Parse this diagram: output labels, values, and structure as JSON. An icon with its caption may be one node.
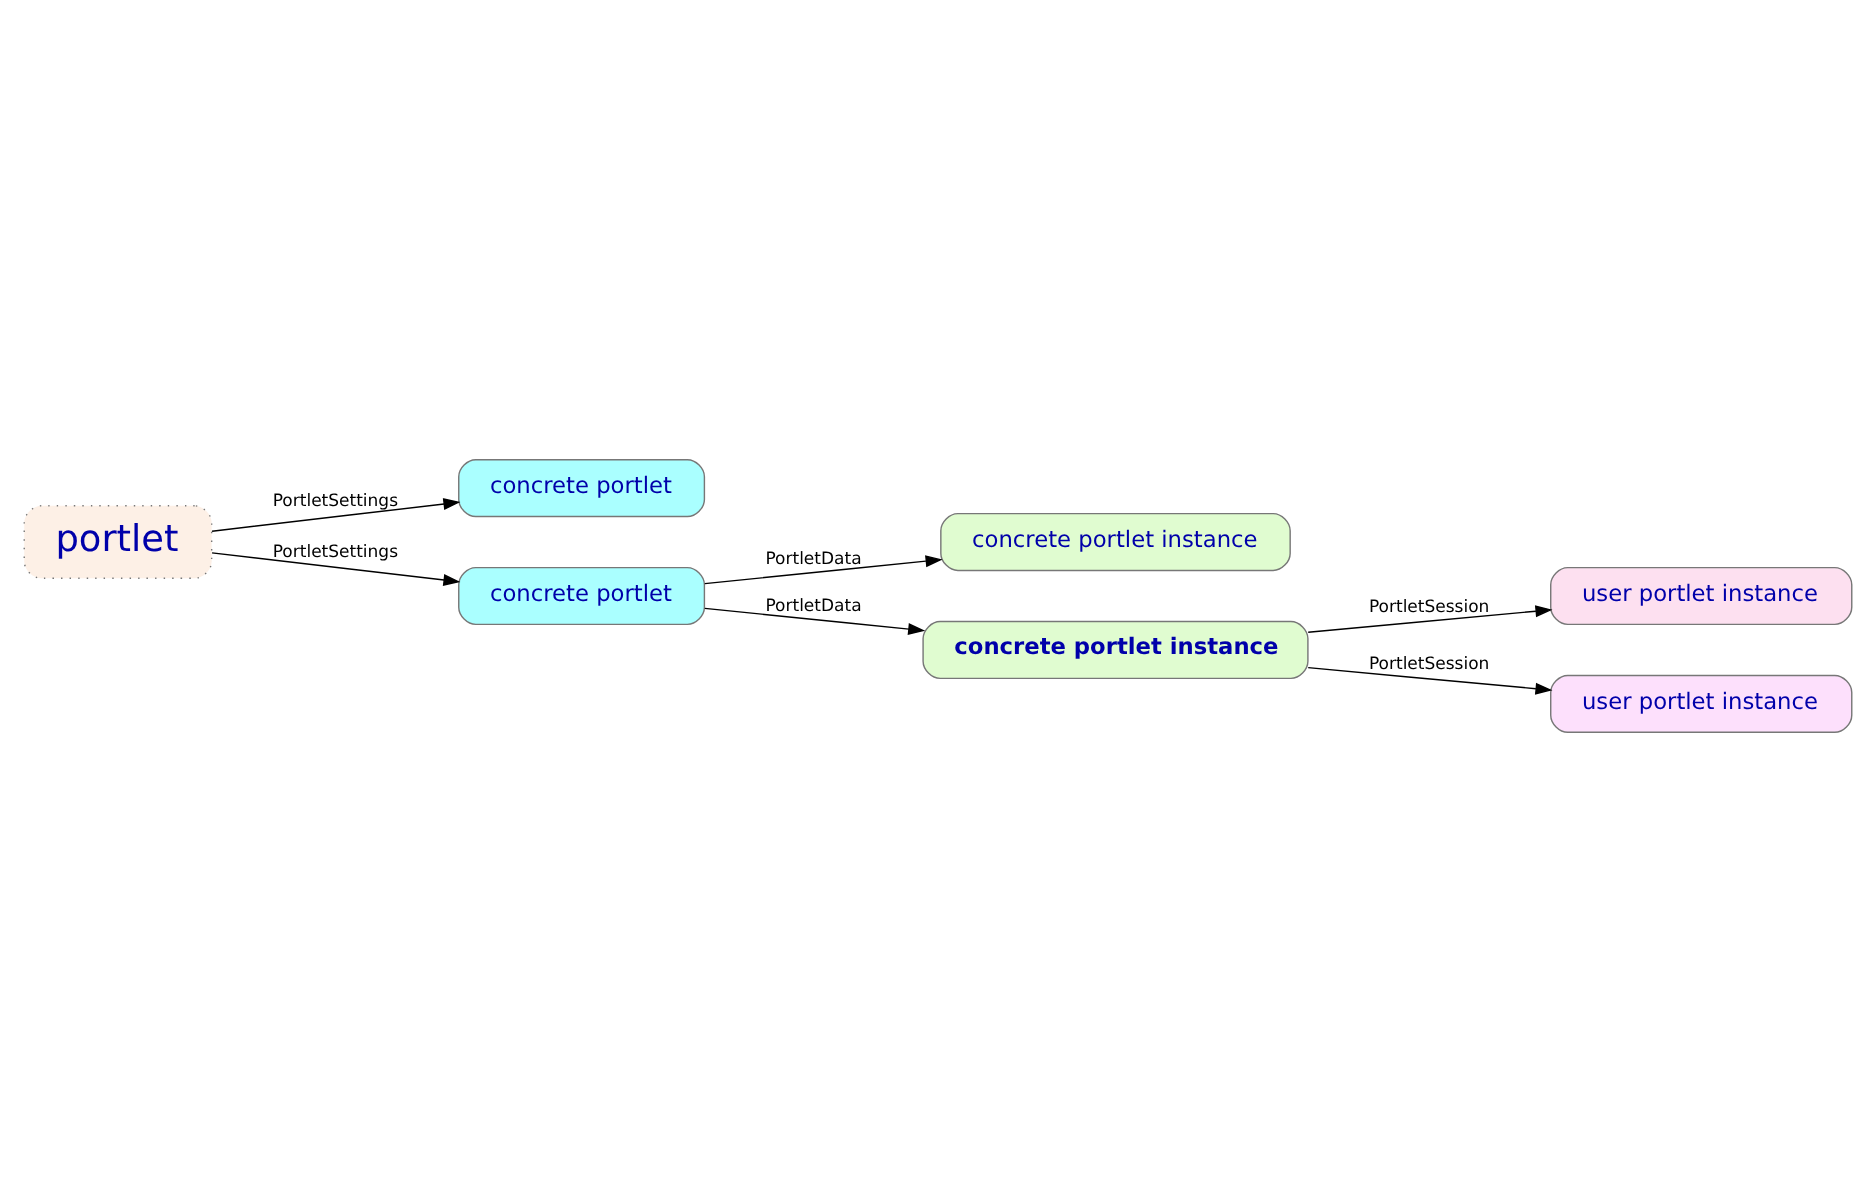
{
  "diagram": {
    "nodes": [
      {
        "text": [
          "portlet"
        ]
      },
      {
        "text": [
          "concrete portlet"
        ]
      },
      {
        "text": [
          "concrete portlet"
        ]
      },
      {
        "text": [
          "concrete portlet instance"
        ]
      },
      {
        "text": [
          "concrete portlet instance"
        ]
      },
      {
        "text": [
          "user portlet instance"
        ]
      },
      {
        "text": [
          "user portlet instance"
        ]
      }
    ],
    "edges": [
      {
        "from": 0,
        "to": 1,
        "arrow": "to",
        "label": "PortletSettings"
      },
      {
        "from": 0,
        "to": 2,
        "arrow": "to",
        "label": "PortletSettings"
      },
      {
        "from": 2,
        "to": 3,
        "arrow": "to",
        "label": "PortletData"
      },
      {
        "from": 2,
        "to": 4,
        "arrow": "to",
        "label": "PortletData"
      },
      {
        "from": 4,
        "to": 5,
        "arrow": "to",
        "label": "PortletSession"
      },
      {
        "from": 4,
        "to": 6,
        "arrow": "to",
        "label": "PortletSession"
      }
    ]
  }
}
